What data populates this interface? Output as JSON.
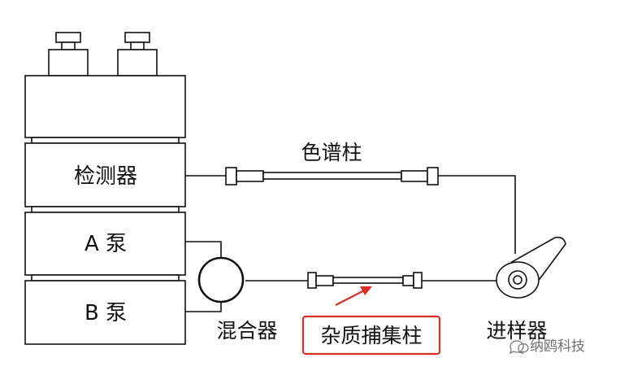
{
  "stack": {
    "detector_label": "检测器",
    "pump_a_label": "A 泵",
    "pump_b_label": "B 泵"
  },
  "components": {
    "column_label": "色谱柱",
    "mixer_label": "混合器",
    "trap_column_label": "杂质捕集柱",
    "injector_label": "进样器"
  },
  "watermark": {
    "text": "纳鸥科技"
  },
  "colors": {
    "highlight": "#d93025",
    "line": "#111111"
  }
}
